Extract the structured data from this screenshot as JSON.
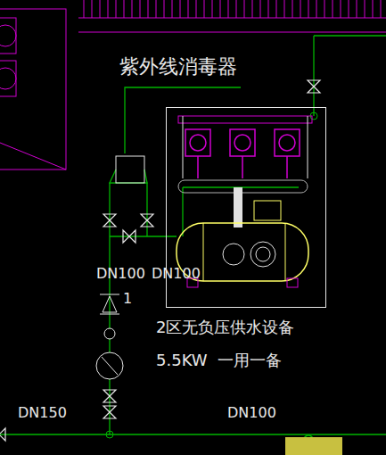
{
  "diagram": {
    "nodes": [
      {
        "text": [
          "紫外线消毒器"
        ]
      },
      {
        "text": [
          "2区无负压供水设备",
          "5.5KW  一用一备"
        ]
      }
    ],
    "labels": [
      "DN100",
      "DN100",
      "1",
      "DN150",
      "DN100"
    ]
  }
}
